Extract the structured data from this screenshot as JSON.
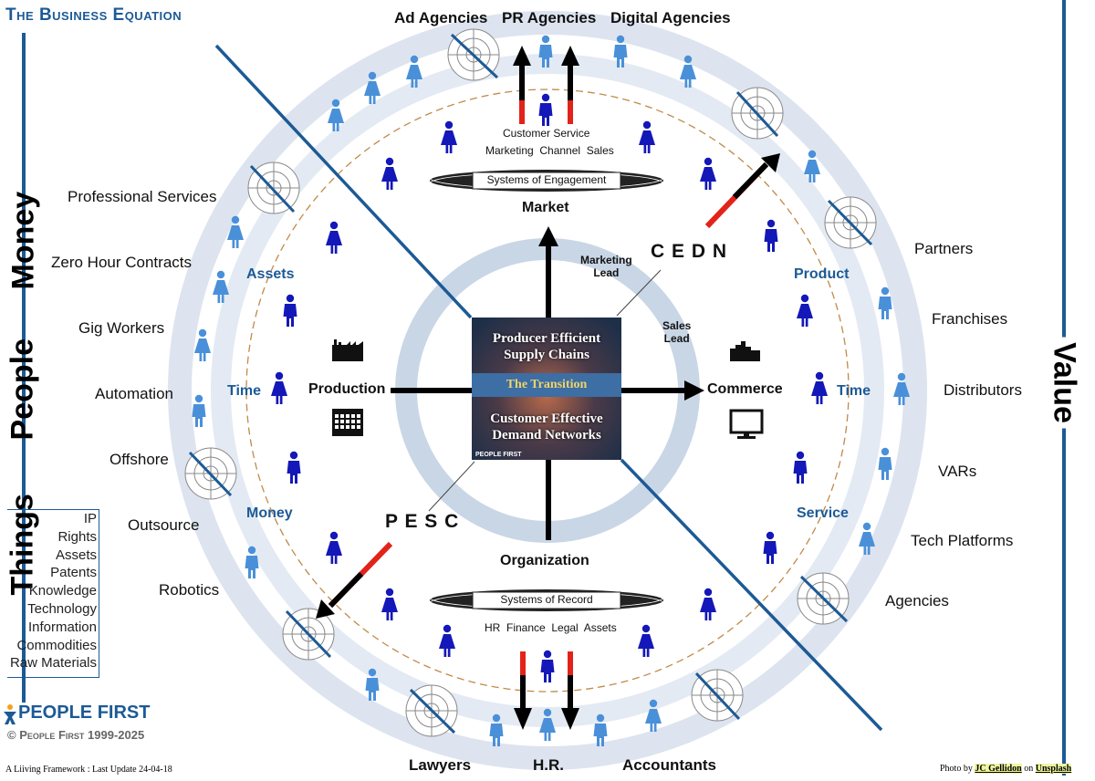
{
  "title": "The Business Equation",
  "left_axis": {
    "money": "Money",
    "people": "People",
    "things": "Things"
  },
  "right_axis": {
    "value": "Value"
  },
  "things_list": [
    "IP",
    "Rights",
    "Assets",
    "Patents",
    "Knowledge",
    "Technology",
    "Information",
    "Commodities",
    "Raw Materials"
  ],
  "left_labels": [
    "Professional Services",
    "Zero Hour Contracts",
    "Gig Workers",
    "Automation",
    "Offshore",
    "Outsource",
    "Robotics"
  ],
  "right_labels": [
    "Partners",
    "Franchises",
    "Distributors",
    "VARs",
    "Tech Platforms",
    "Agencies"
  ],
  "top_labels": [
    "Ad Agencies",
    "PR Agencies",
    "Digital Agencies"
  ],
  "bottom_labels": [
    "Lawyers",
    "H.R.",
    "Accountants"
  ],
  "left_inner": {
    "assets": "Assets",
    "time": "Time",
    "money": "Money"
  },
  "right_inner": {
    "product": "Product",
    "time": "Time",
    "service": "Service"
  },
  "market": {
    "label": "Market",
    "systems": "Systems of Engagement",
    "line1": "Customer Service",
    "line2": "Marketing  Channel  Sales"
  },
  "organization": {
    "label": "Organization",
    "systems": "Systems of Record",
    "line1": "HR  Finance  Legal  Assets"
  },
  "production": "Production",
  "commerce": "Commerce",
  "cedn": "C E D N",
  "pesc": "P E S C",
  "marketing_lead": "Marketing\nLead",
  "sales_lead": "Sales\nLead",
  "center": {
    "top": "Producer Efficient\nSupply Chains",
    "middle": "The Transition",
    "bottom": "Customer Effective\nDemand Networks",
    "brand": "PEOPLE FIRST"
  },
  "brand": "PEOPLE FIRST",
  "copyright": "© People First 1999-2025",
  "footer_left": "A Liiving Framework : Last Update 24-04-18",
  "footer_right": {
    "prefix": "Photo by ",
    "author": "JC Gellidon",
    "mid": " on ",
    "site": "Unsplash"
  },
  "colors": {
    "brand_blue": "#1c5a95",
    "ring": "#dde4ef",
    "person_dark": "#1418b8",
    "person_light": "#4a90d9",
    "accent_red": "#e2231a"
  }
}
